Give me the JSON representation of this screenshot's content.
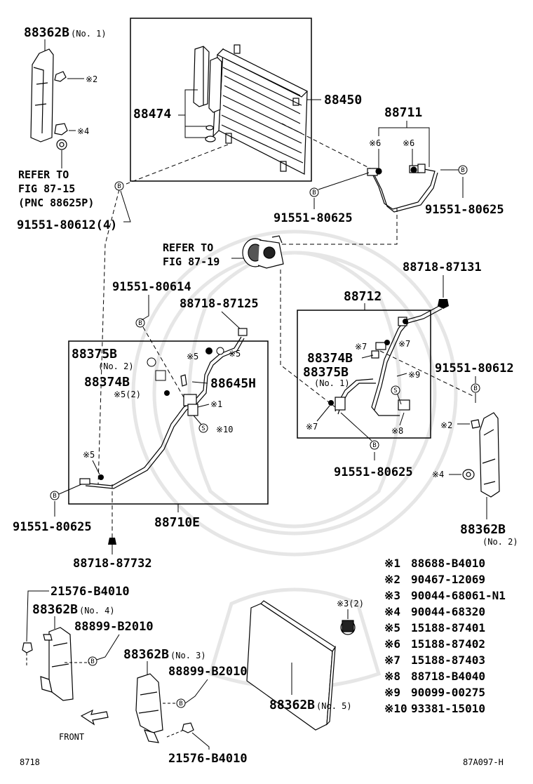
{
  "diagram": {
    "box_top_label": "88450",
    "labels": {
      "p88362B_no1": "88362B",
      "p88362B_no1_sub": "(No. 1)",
      "note2_top": "※2",
      "note4_top": "※4",
      "refer_8715_l1": "REFER TO",
      "refer_8715_l2": "FIG 87-15",
      "refer_8715_l3": "(PNC 88625P)",
      "p91551_80612_4": "91551-80612(4)",
      "p88474": "88474",
      "p88450": "88450",
      "p88711": "88711",
      "note6_a": "※6",
      "note6_b": "※6",
      "p91551_80625_a": "91551-80625",
      "p91551_80625_b": "91551-80625",
      "refer_8719_l1": "REFER TO",
      "refer_8719_l2": "FIG 87-19",
      "p88718_87131": "88718-87131",
      "p91551_80614": "91551-80614",
      "p88718_87125": "88718-87125",
      "p88712": "88712",
      "note5_a": "※5",
      "note5_b": "※5",
      "p88375B_l": "88375B",
      "p88375B_l_sub": "(No. 2)",
      "p88374B_l": "88374B",
      "p88645H": "88645H",
      "note5_2": "※5(2)",
      "note1": "※1",
      "note10": "※10",
      "note7_a": "※7",
      "note7_b": "※7",
      "p88374B_r": "88374B",
      "p88375B_r": "88375B",
      "p88375B_r_sub": "(No. 1)",
      "note9": "※9",
      "p91551_80612": "91551-80612",
      "note7_c": "※7",
      "note8": "※8",
      "note5_c": "※5",
      "note2_r": "※2",
      "note4_r": "※4",
      "p91551_80625_c": "91551-80625",
      "p91551_80625_d": "91551-80625",
      "p88710E": "88710E",
      "p88362B_no2": "88362B",
      "p88362B_no2_sub": "(No. 2)",
      "p88718_87732": "88718-87732",
      "p21576_B4010_a": "21576-B4010",
      "p88362B_no4": "88362B",
      "p88362B_no4_sub": "(No. 4)",
      "p88899_B2010_a": "88899-B2010",
      "p88362B_no3": "88362B",
      "p88362B_no3_sub": "(No. 3)",
      "p88899_B2010_b": "88899-B2010",
      "note3_2": "※3(2)",
      "p88362B_no5": "88362B",
      "p88362B_no5_sub": "(No. 5)",
      "p21576_B4010_b": "21576-B4010",
      "front": "FRONT",
      "footer_left": "8718",
      "footer_right": "87A097-H"
    },
    "legend": [
      {
        "mark": "※1",
        "part": "88688-B4010"
      },
      {
        "mark": "※2",
        "part": "90467-12069"
      },
      {
        "mark": "※3",
        "part": "90044-68061-N1"
      },
      {
        "mark": "※4",
        "part": "90044-68320"
      },
      {
        "mark": "※5",
        "part": "15188-87401"
      },
      {
        "mark": "※6",
        "part": "15188-87402"
      },
      {
        "mark": "※7",
        "part": "15188-87403"
      },
      {
        "mark": "※8",
        "part": "88718-B4040"
      },
      {
        "mark": "※9",
        "part": "90099-00275"
      },
      {
        "mark": "※10",
        "part": "93381-15010"
      }
    ],
    "bolt_symbol": "B",
    "screw_symbol": "S"
  }
}
